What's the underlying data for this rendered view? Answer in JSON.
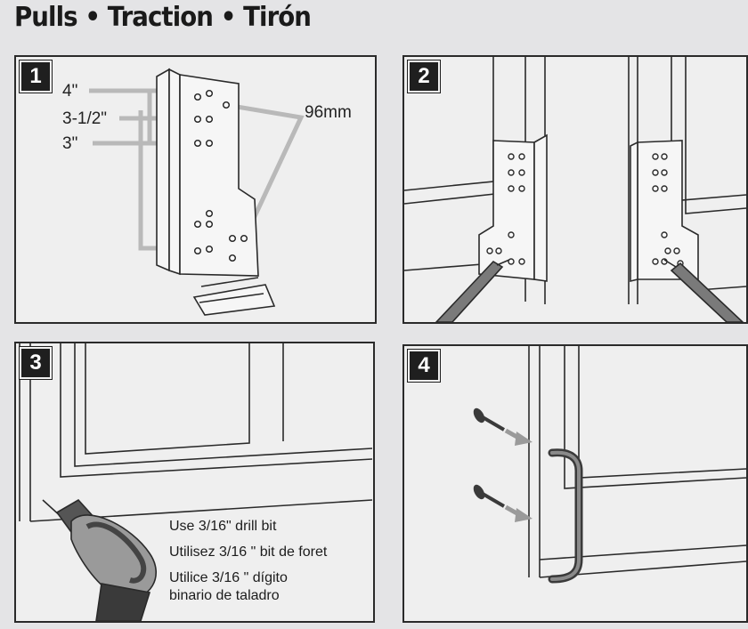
{
  "title": "Pulls • Traction • Tirón",
  "steps": [
    {
      "number": "1",
      "labels": {
        "four": "4\"",
        "three_half": "3-1/2\"",
        "three": "3\"",
        "mm": "96mm"
      }
    },
    {
      "number": "2"
    },
    {
      "number": "3",
      "instructions": {
        "en": "Use 3/16\" drill bit",
        "fr": "Utilisez 3/16 \" bit de foret",
        "es_line1": "Utilice 3/16 \" dígito",
        "es_line2": "binario de taladro"
      }
    },
    {
      "number": "4"
    }
  ],
  "colors": {
    "ink": "#2a2a2a",
    "paper": "#efefef",
    "guide_line": "#b9b9b9",
    "background": "#e4e4e6"
  }
}
